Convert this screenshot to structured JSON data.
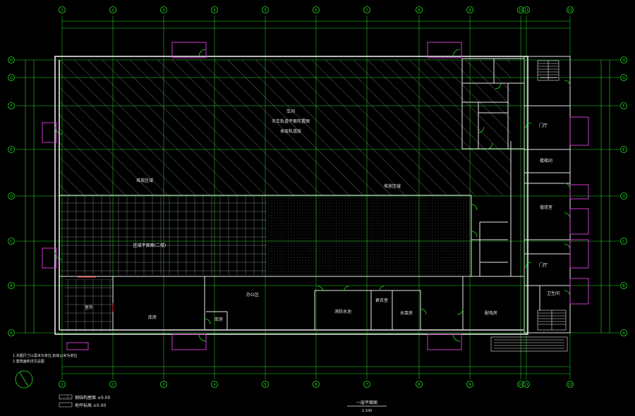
{
  "drawing": {
    "colors": {
      "background": "#000000",
      "axis": "#22e022",
      "wall": "#e8e8e8",
      "hatch": "#8c8c8c",
      "door": "#22e022",
      "stair": "#e8e8e8",
      "highlight": "#e040e0",
      "marker": "#ff3030"
    },
    "axes_columns": [
      "1",
      "2",
      "3",
      "4",
      "5",
      "6",
      "7",
      "8",
      "9",
      "10",
      "11",
      "12"
    ],
    "axes_rows": [
      "A",
      "B",
      "C",
      "D",
      "E",
      "F",
      "G",
      "H"
    ],
    "rooms": [
      {
        "id": "workshop",
        "label": "车间"
      },
      {
        "id": "workshop-sub",
        "label": "天车轨道平面布置图"
      },
      {
        "id": "workshop-sub2",
        "label": "本层轨道层"
      },
      {
        "id": "area-left",
        "label": "堆放区域"
      },
      {
        "id": "area-right",
        "label": "堆放区域"
      },
      {
        "id": "grid-zone",
        "label": "区域平面图(二楼)"
      },
      {
        "id": "small-a",
        "label": "室外"
      },
      {
        "id": "small-b",
        "label": "库房"
      },
      {
        "id": "office",
        "label": "办公区"
      },
      {
        "id": "store",
        "label": "库房"
      },
      {
        "id": "room-4",
        "label": "消防水池"
      },
      {
        "id": "room-5",
        "label": "更衣室"
      },
      {
        "id": "room-6",
        "label": "水泵房"
      },
      {
        "id": "room-7",
        "label": "配电房"
      },
      {
        "id": "side-1",
        "label": "门厅"
      },
      {
        "id": "side-2",
        "label": "楼梯间"
      },
      {
        "id": "side-3",
        "label": "值班室"
      },
      {
        "id": "side-4",
        "label": "门厅"
      },
      {
        "id": "side-5",
        "label": "卫生间"
      }
    ],
    "legend": [
      {
        "label": "钢结构屋面 ±0.00"
      },
      {
        "label": "地坪标高 ±0.00"
      }
    ],
    "notes": [
      {
        "label": "1.本图尺寸以毫米为单位,标高以米为单位"
      },
      {
        "label": "2.建筑面积详见总图"
      }
    ],
    "title": {
      "label": "一层平面图",
      "scale": "1:100"
    }
  }
}
